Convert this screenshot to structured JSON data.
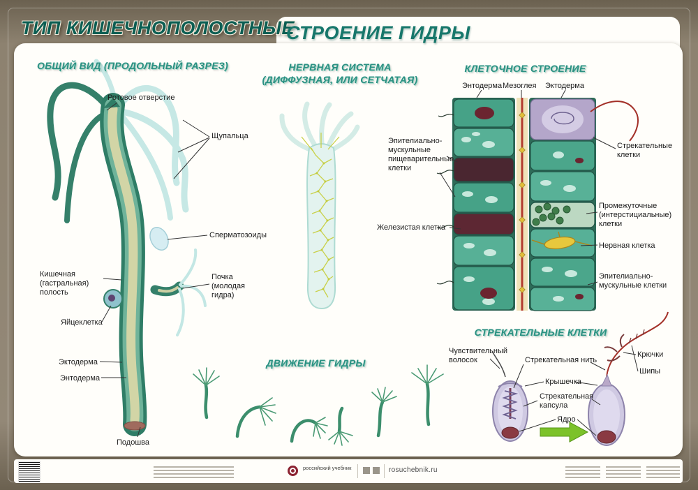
{
  "header": {
    "title_left": "ТИП КИШЕЧНОПОЛОСТНЫЕ",
    "title_right": "СТРОЕНИЕ ГИДРЫ"
  },
  "general_view": {
    "title": "ОБЩИЙ ВИД (ПРОДОЛЬНЫЙ РАЗРЕЗ)",
    "labels": {
      "mouth": "Ротовое отверстие",
      "tentacles": "Щупальца",
      "spermatozoa": "Сперматозоиды",
      "gastral_cavity": "Кишечная (гастральная) полость",
      "bud": "Почка (молодая гидра)",
      "egg_cell": "Яйцеклетка",
      "ectoderm": "Эктодерма",
      "endoderm": "Энтодерма",
      "sole": "Подошва"
    }
  },
  "nervous_system": {
    "title_line1": "НЕРВНАЯ СИСТЕМА",
    "title_line2": "(ДИФФУЗНАЯ, ИЛИ СЕТЧАТАЯ)"
  },
  "cellular_structure": {
    "title": "КЛЕТОЧНОЕ СТРОЕНИЕ",
    "column_headers": {
      "endoderm": "Энтодерма",
      "mesoglea": "Мезоглея",
      "ectoderm": "Эктодерма"
    },
    "labels": {
      "epithelial_digestive": "Эпителиально-мускульные пищеварительные клетки",
      "glandular": "Железистая клетка",
      "stinging": "Стрекательные клетки",
      "interstitial": "Промежуточные (интерстициальные) клетки",
      "nerve": "Нервная клетка",
      "epithelial_muscular": "Эпителиально-мускульные клетки"
    }
  },
  "movement": {
    "title": "ДВИЖЕНИЕ ГИДРЫ"
  },
  "stinging_cells": {
    "title": "СТРЕКАТЕЛЬНЫЕ КЛЕТКИ",
    "labels": {
      "sensitive_hair": "Чувствительный волосок",
      "stinging_thread": "Стрекательная нить",
      "hooks": "Крючки",
      "spines": "Шипы",
      "lid": "Крышечка",
      "stinging_capsule": "Стрекательная капсула",
      "nucleus": "Ядро"
    }
  },
  "footer": {
    "publisher": "российский учебник",
    "website": "rosuchebnik.ru"
  },
  "colors": {
    "accent_teal": "#2b9082",
    "title_green": "#0c5e53",
    "body_green": "#2f7d66",
    "tentacle_cyan": "#c3e7e4",
    "nerve_yellow": "#c9d149",
    "capsule_lavender": "#cfc9e2",
    "arrow_green": "#7cc22a"
  }
}
